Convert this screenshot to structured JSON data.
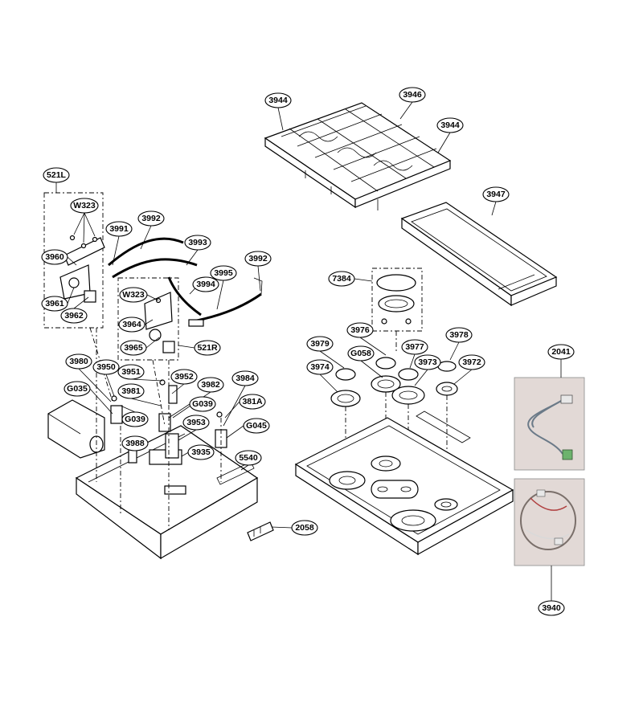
{
  "diagram": {
    "callouts": [
      "521L",
      "W323",
      "3960",
      "3961",
      "3962",
      "3991",
      "3992",
      "3993",
      "3994",
      "3995",
      "3992",
      "W323",
      "3964",
      "3965",
      "521R",
      "3980",
      "3950",
      "3951",
      "3981",
      "3952",
      "3982",
      "3984",
      "G035",
      "G039",
      "G039",
      "381A",
      "3953",
      "G045",
      "3988",
      "3935",
      "5540",
      "2058",
      "3944",
      "3946",
      "3944",
      "3947",
      "7384",
      "3976",
      "3978",
      "3979",
      "3977",
      "G058",
      "3973",
      "3974",
      "3972",
      "2041",
      "3940"
    ],
    "colors": {
      "line": "#000000",
      "background": "#ffffff",
      "photo_background": "#e2d9d6"
    }
  }
}
